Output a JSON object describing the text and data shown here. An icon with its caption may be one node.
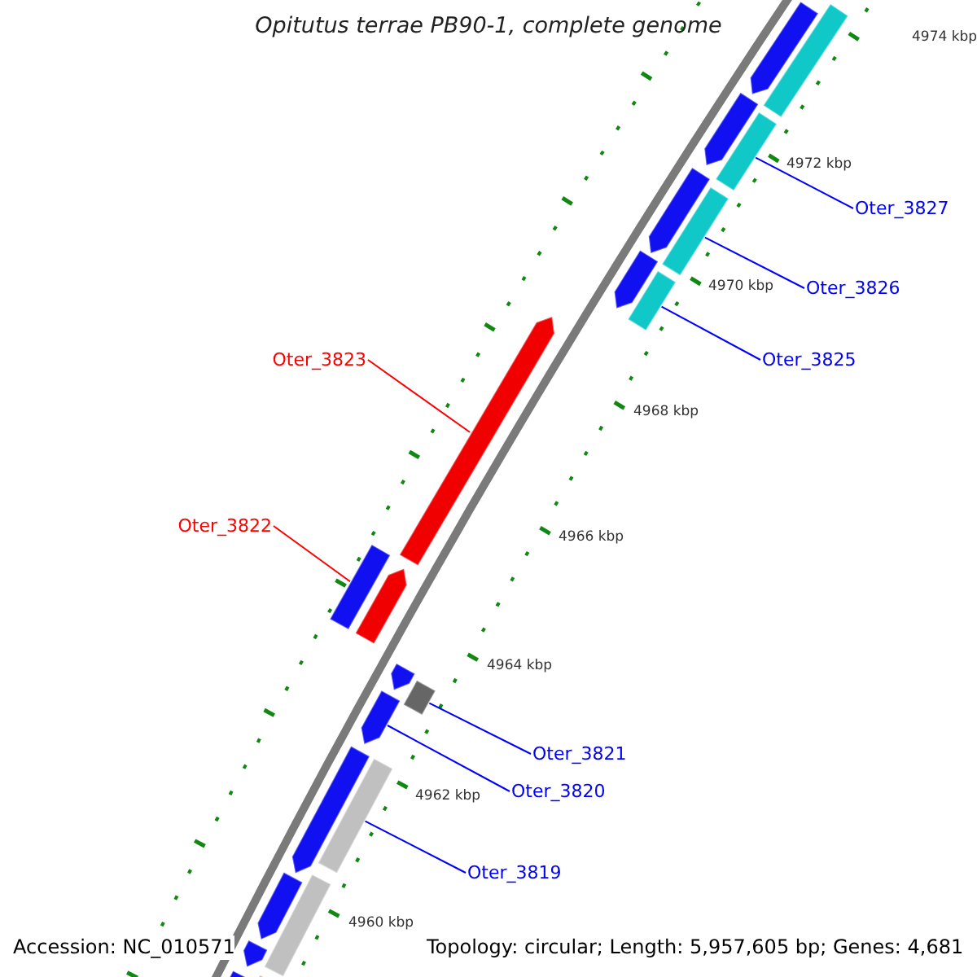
{
  "diagram": {
    "title": "Opitutus terrae PB90-1, complete genome",
    "nodes": [
      {
        "text": [
          "Oter_3827"
        ]
      },
      {
        "text": [
          "Oter_3826"
        ]
      },
      {
        "text": [
          "Oter_3825"
        ]
      },
      {
        "text": [
          "Oter_3823"
        ]
      },
      {
        "text": [
          "Oter_3822"
        ]
      },
      {
        "text": [
          "Oter_3821"
        ]
      },
      {
        "text": [
          "Oter_3820"
        ]
      },
      {
        "text": [
          "Oter_3819"
        ]
      },
      {
        "text": [],
        "shape": "pentagon"
      },
      {
        "text": [],
        "shape": "bar"
      },
      {
        "text": [],
        "shape": "pentagon"
      },
      {
        "text": [],
        "shape": "bar"
      },
      {
        "text": [],
        "shape": "pentagon"
      },
      {
        "text": [],
        "shape": "bar"
      },
      {
        "text": [],
        "shape": "pentagon"
      },
      {
        "text": [],
        "shape": "bar"
      },
      {
        "text": [],
        "shape": "pentagon"
      },
      {
        "text": [],
        "shape": "bar"
      },
      {
        "text": [],
        "shape": "pentagon"
      },
      {
        "text": [],
        "shape": "pentagon"
      },
      {
        "text": [],
        "shape": "bar"
      },
      {
        "text": [],
        "shape": "pentagon"
      },
      {
        "text": [],
        "shape": "pentagon"
      },
      {
        "text": [],
        "shape": "bar"
      },
      {
        "text": [],
        "shape": "pentagon"
      },
      {
        "text": [],
        "shape": "bar"
      },
      {
        "text": [],
        "shape": "pentagon"
      },
      {
        "text": [],
        "shape": "bar"
      },
      {
        "text": [],
        "shape": "bar"
      }
    ],
    "edges": [
      {
        "from": 0,
        "to": 11,
        "arrow": "none"
      },
      {
        "from": 1,
        "to": 13,
        "arrow": "none"
      },
      {
        "from": 2,
        "to": 15,
        "arrow": "none"
      },
      {
        "from": 3,
        "to": 16,
        "arrow": "none",
        "color": "#ff0000"
      },
      {
        "from": 4,
        "to": 17,
        "arrow": "none",
        "color": "#ff0000"
      },
      {
        "from": 5,
        "to": 20,
        "arrow": "none"
      },
      {
        "from": 6,
        "to": 21,
        "arrow": "none"
      },
      {
        "from": 7,
        "to": 23,
        "arrow": "none"
      }
    ],
    "labels": [
      "4974 kbp",
      "4972 kbp",
      "4970 kbp",
      "4968 kbp",
      "4966 kbp",
      "4964 kbp",
      "4962 kbp",
      "4960 kbp",
      "Accession: NC_010571",
      "Topology: circular; Length: 5,957,605 bp; Genes: 4,681"
    ]
  }
}
